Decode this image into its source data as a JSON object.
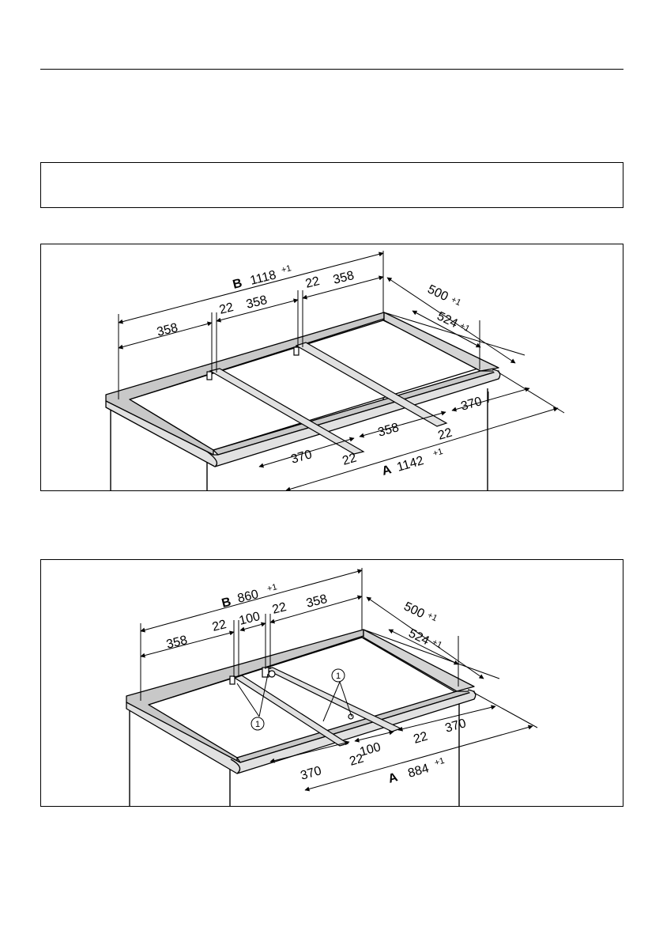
{
  "colors": {
    "frame": "#c8c8c8",
    "rail": "#e1e1e1",
    "line": "#000000"
  },
  "diagram1": {
    "B": {
      "letter": "B",
      "value": "1118",
      "tol": "+1"
    },
    "A": {
      "letter": "A",
      "value": "1142",
      "tol": "+1"
    },
    "d500": {
      "value": "500",
      "tol": "+1"
    },
    "d524": {
      "value": "524",
      "tol": "+1"
    },
    "top": [
      "358",
      "22",
      "358",
      "22",
      "358"
    ],
    "front": [
      "370",
      "22",
      "358",
      "22",
      "370"
    ]
  },
  "diagram2": {
    "B": {
      "letter": "B",
      "value": "860",
      "tol": "+1"
    },
    "A": {
      "letter": "A",
      "value": "884",
      "tol": "+1"
    },
    "d500": {
      "value": "500",
      "tol": "+1"
    },
    "d524": {
      "value": "524",
      "tol": "+1"
    },
    "top": [
      "358",
      "22",
      "100",
      "22",
      "358"
    ],
    "front": [
      "370",
      "22",
      "100",
      "22",
      "370"
    ],
    "callout": "1"
  }
}
